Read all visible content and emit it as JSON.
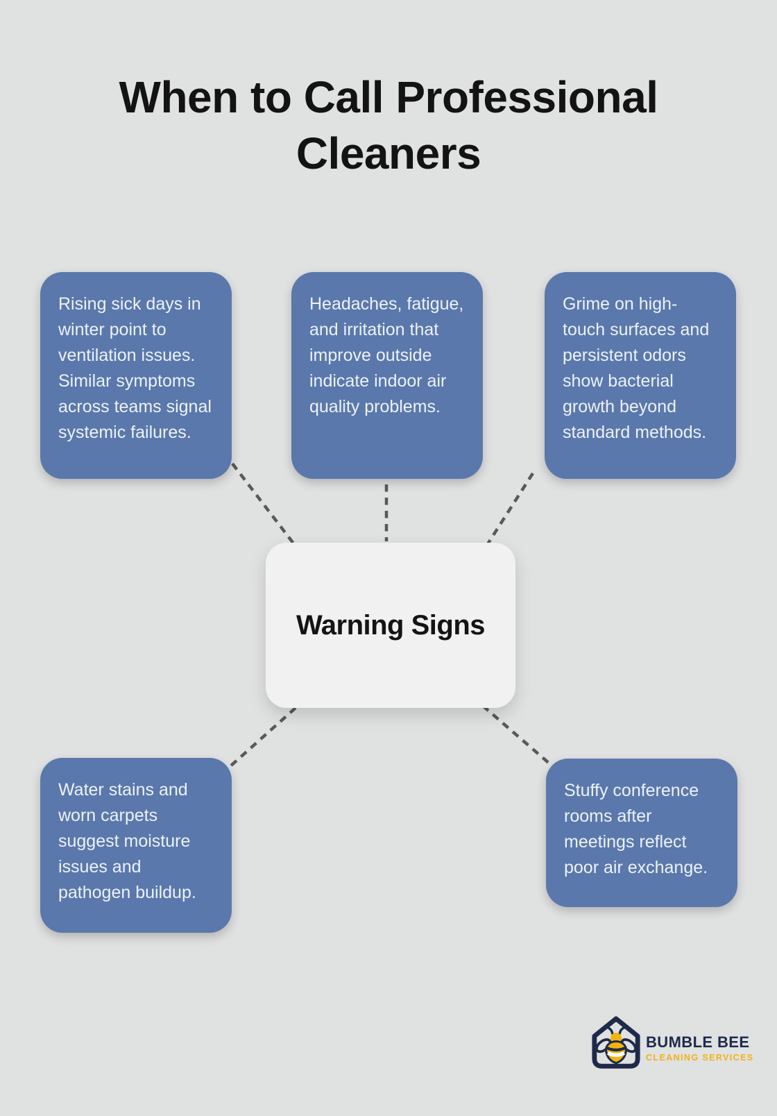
{
  "title": "When to Call Professional Cleaners",
  "center": {
    "label": "Warning Signs"
  },
  "nodes": [
    {
      "position": "top-left",
      "text": "Rising sick days in winter point to ventilation issues. Similar symptoms across teams signal systemic failures."
    },
    {
      "position": "top-center",
      "text": "Headaches, fatigue, and irritation that improve outside indicate indoor air quality problems."
    },
    {
      "position": "top-right",
      "text": "Grime on high-touch surfaces and persistent odors show bacterial growth beyond standard methods."
    },
    {
      "position": "bottom-left",
      "text": "Water stains and worn carpets suggest moisture issues and pathogen buildup."
    },
    {
      "position": "bottom-right",
      "text": "Stuffy conference rooms after meetings reflect poor air exchange."
    }
  ],
  "logo": {
    "name": "BUMBLE BEE",
    "tagline": "CLEANING SERVICES",
    "icon": "bee-in-house-icon"
  },
  "colors": {
    "background": "#e0e1e1",
    "node_fill": "#5a78ab",
    "node_text": "#edf2f8",
    "center_fill": "#f1f1f1",
    "center_text": "#141414",
    "title_text": "#131313",
    "connector": "#58595b",
    "logo_navy": "#1e2a4a",
    "logo_yellow": "#f0b219"
  }
}
